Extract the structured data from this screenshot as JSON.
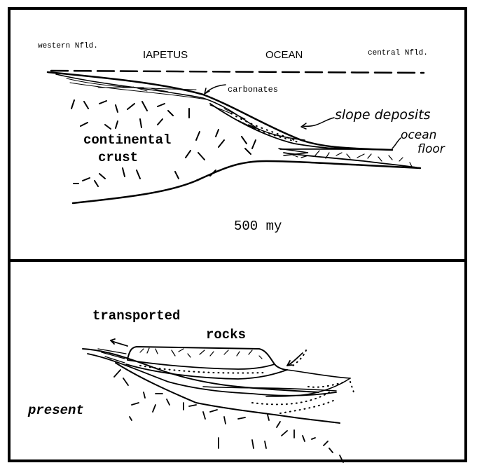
{
  "diagram": {
    "title": "Iapetus Ocean margin cross-sections, western to central Newfoundland",
    "colors": {
      "ink": "#000000",
      "background": "#ffffff"
    },
    "panels": [
      {
        "id": "past",
        "labels": {
          "west": "western Nfld.",
          "ocean_word1": "IAPETUS",
          "ocean_word2": "OCEAN",
          "east": "central Nfld.",
          "carbonates": "carbonates",
          "slope_deposits": "slope deposits",
          "ocean": "ocean",
          "floor": "floor",
          "crust_line1": "continental",
          "crust_line2": "crust",
          "age": "500 my"
        },
        "features": [
          "sea-level dashed line",
          "carbonate platform",
          "slope deposit wedge",
          "ocean floor crust",
          "continental crust"
        ]
      },
      {
        "id": "present",
        "labels": {
          "transported": "transported",
          "rocks": "rocks",
          "age": "present"
        },
        "features": [
          "thrust sheet of transported rocks",
          "slope sediment layers",
          "stippled sediments",
          "continental basement"
        ]
      }
    ]
  }
}
